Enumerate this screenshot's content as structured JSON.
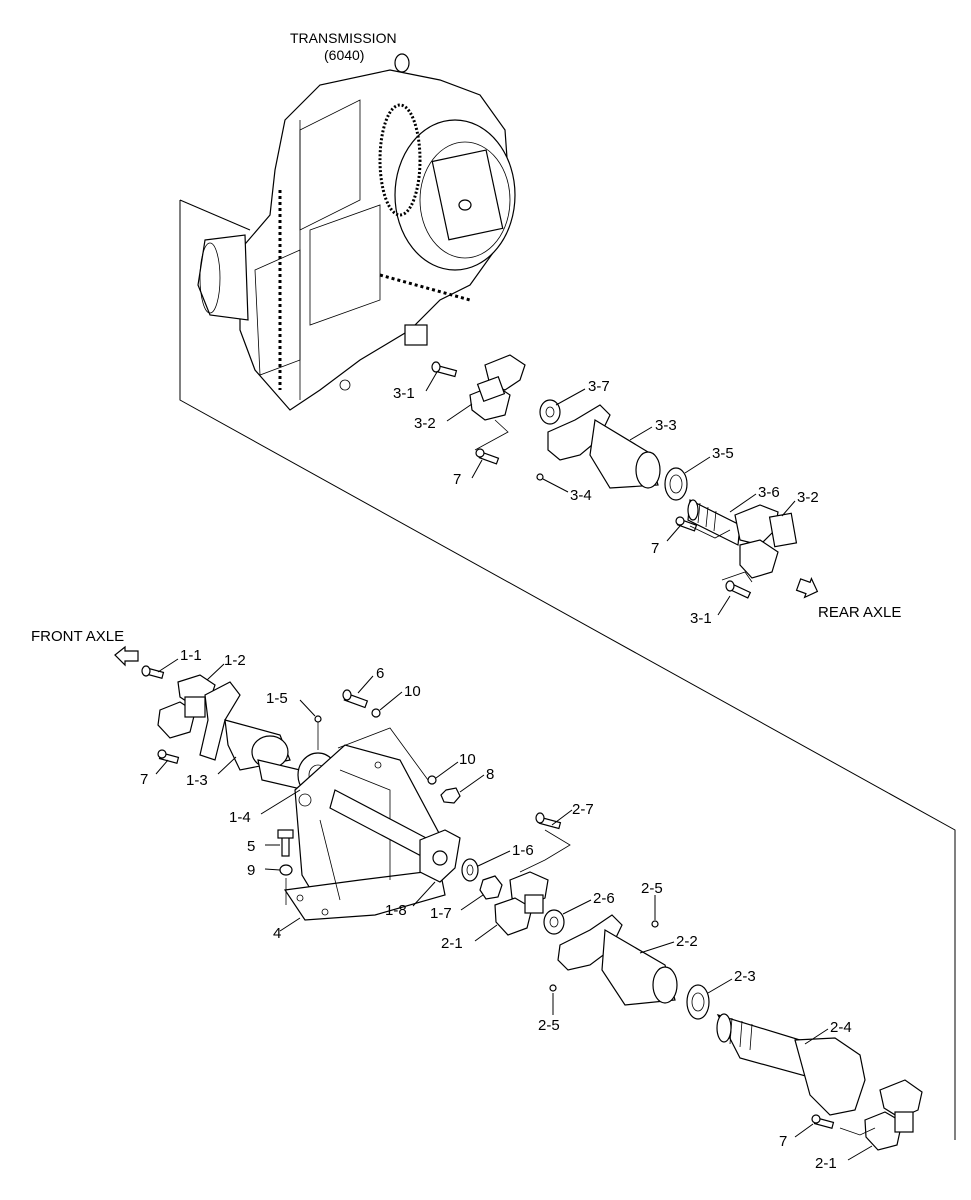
{
  "title": {
    "line1": "TRANSMISSION",
    "line2": "(6040)"
  },
  "directions": {
    "front_axle": "FRONT AXLE",
    "rear_axle": "REAR AXLE"
  },
  "callouts": {
    "c3_1a": "3-1",
    "c3_2a": "3-2",
    "c3_7": "3-7",
    "c3_3": "3-3",
    "c7a": "7",
    "c3_4": "3-4",
    "c3_5": "3-5",
    "c3_6": "3-6",
    "c3_2b": "3-2",
    "c7b": "7",
    "c3_1b": "3-1",
    "c1_1": "1-1",
    "c1_2": "1-2",
    "c1_5": "1-5",
    "c6": "6",
    "c10a": "10",
    "c7c": "7",
    "c1_3": "1-3",
    "c10b": "10",
    "c8": "8",
    "c1_4": "1-4",
    "c2_7": "2-7",
    "c5": "5",
    "c1_6": "1-6",
    "c9": "9",
    "c2_5a": "2-5",
    "c2_6": "2-6",
    "c1_8": "1-8",
    "c1_7": "1-7",
    "c4": "4",
    "c2_1a": "2-1",
    "c2_2": "2-2",
    "c2_3": "2-3",
    "c2_5b": "2-5",
    "c2_4": "2-4",
    "c7d": "7",
    "c2_1b": "2-1"
  }
}
